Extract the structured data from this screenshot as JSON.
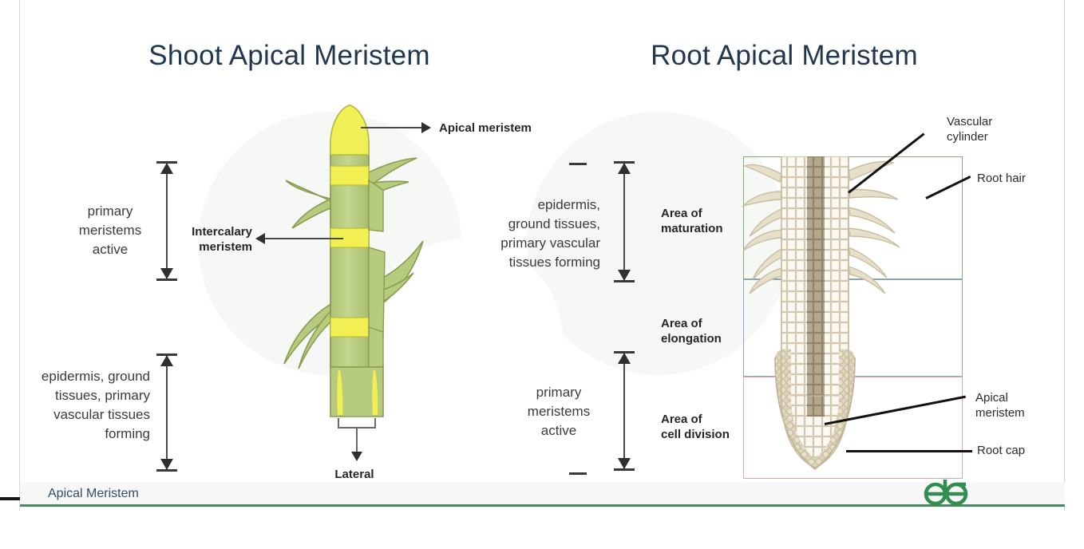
{
  "page": {
    "footer_title": "Apical Meristem",
    "logo_name": "geeksforgeeks-logo"
  },
  "panels": {
    "shoot": {
      "title": "Shoot Apical Meristem",
      "zone_labels": [
        {
          "id": "upper",
          "text": "primary\nmeristems\nactive"
        },
        {
          "id": "lower",
          "text": "epidermis, ground\ntissues, primary\nvascular tissues\nforming"
        }
      ],
      "callouts": [
        {
          "id": "apical",
          "text": "Apical meristem"
        },
        {
          "id": "intercalary",
          "text": "Intercalary\nmeristem"
        },
        {
          "id": "lateral",
          "text": "Lateral"
        }
      ]
    },
    "root": {
      "title": "Root Apical Meristem",
      "zone_labels": [
        {
          "id": "upper",
          "text": "epidermis,\nground tissues,\nprimary vascular\ntissues forming"
        },
        {
          "id": "lower",
          "text": "primary\nmeristems\nactive"
        }
      ],
      "areas": [
        {
          "id": "maturation",
          "text": "Area of\nmaturation",
          "color": "#8aa77f"
        },
        {
          "id": "elongation",
          "text": "Area of\nelongation",
          "color": "#8fa4cd"
        },
        {
          "id": "division",
          "text": "Area of\ncell division",
          "color": "#e2a4a4"
        }
      ],
      "callouts": [
        {
          "id": "vascular-cylinder",
          "text": "Vascular\ncylinder"
        },
        {
          "id": "root-hair",
          "text": "Root hair"
        },
        {
          "id": "apical-meristem",
          "text": "Apical\nmeristem"
        },
        {
          "id": "root-cap",
          "text": "Root cap"
        }
      ]
    }
  },
  "colors": {
    "title": "#21384f",
    "footer_green": "#4a8a5c",
    "stem_green": "#b6cb7e",
    "meristem_yellow": "#f2ef52",
    "root_tan": "#ddd6c0",
    "vascular_dark": "#9c9279"
  }
}
